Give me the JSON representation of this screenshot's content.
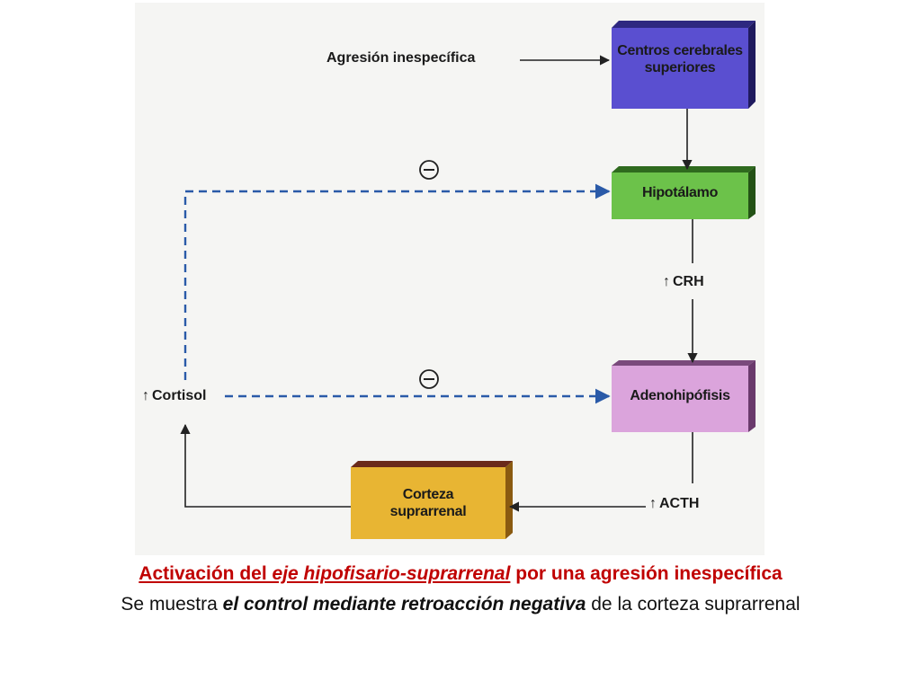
{
  "diagram": {
    "nodes": {
      "centros": {
        "label_line1": "Centros cerebrales",
        "label_line2": "superiores",
        "color": "#5a4fd0"
      },
      "hipotalamo": {
        "label": "Hipotálamo",
        "color": "#6cc24a"
      },
      "adenohipofisis": {
        "label": "Adenohipófisis",
        "color": "#dba4dc"
      },
      "corteza": {
        "label_line1": "Corteza",
        "label_line2": "suprarrenal",
        "color": "#e8b533"
      }
    },
    "labels": {
      "agresion": "Agresión inespecífica",
      "crh": "CRH",
      "acth": "ACTH",
      "cortisol": "Cortisol",
      "up_arrow": "↑"
    },
    "colors": {
      "feedback_line": "#2a5aa8",
      "main_arrow": "#222222"
    }
  },
  "caption": {
    "title_part1": "Activación del ",
    "title_part2": "eje hipofisario-suprarrenal",
    "title_part3": " por una agresión inespecífica",
    "desc_part1": "Se muestra ",
    "desc_part2": "el control mediante retroacción negativa",
    "desc_part3": " de la corteza suprarrenal",
    "title_color": "#c00000"
  }
}
